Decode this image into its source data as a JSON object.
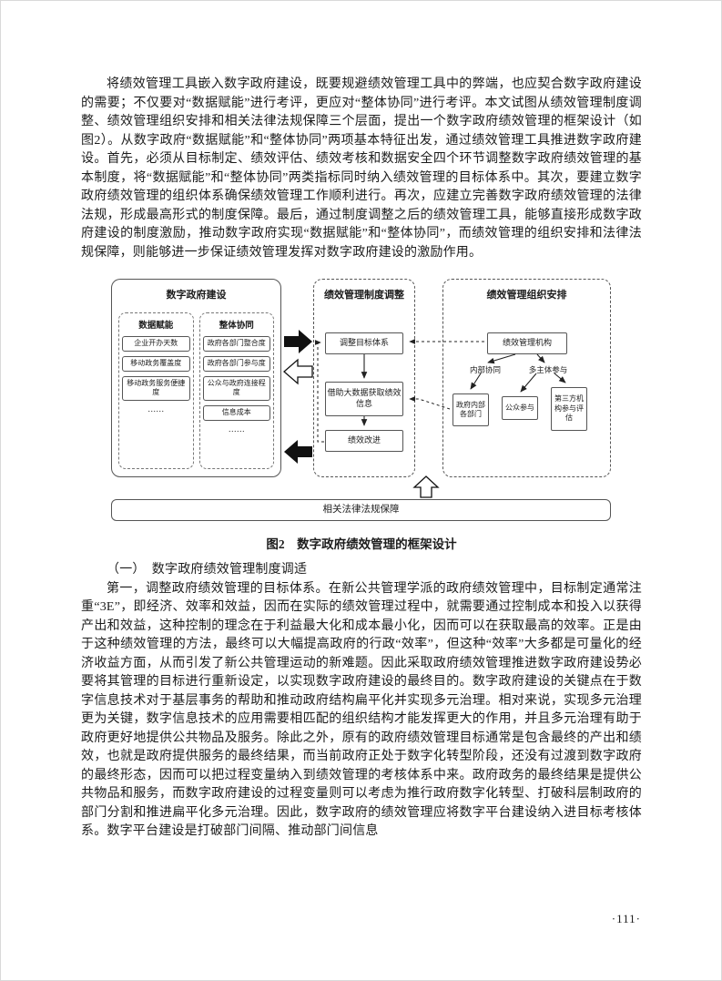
{
  "paragraphs": {
    "p1": "将绩效管理工具嵌入数字政府建设，既要规避绩效管理工具中的弊端，也应契合数字政府建设的需要；不仅要对“数据赋能”进行考评，更应对“整体协同”进行考评。本文试图从绩效管理制度调整、绩效管理组织安排和相关法律法规保障三个层面，提出一个数字政府绩效管理的框架设计（如图2）。从数字政府“数据赋能”和“整体协同”两项基本特征出发，通过绩效管理工具推进数字政府建设。首先，必须从目标制定、绩效评估、绩效考核和数据安全四个环节调整数字政府绩效管理的基本制度，将“数据赋能”和“整体协同”两类指标同时纳入绩效管理的目标体系中。其次，要建立数字政府绩效管理的组织体系确保绩效管理工作顺利进行。再次，应建立完善数字政府绩效管理的法律法规，形成最高形式的制度保障。最后，通过制度调整之后的绩效管理工具，能够直接形成数字政府建设的制度激励，推动数字政府实现“数据赋能”和“整体协同”，而绩效管理的组织安排和法律法规保障，则能够进一步保证绩效管理发挥对数字政府建设的激励作用。",
    "p2": "第一，调整政府绩效管理的目标体系。在新公共管理学派的政府绩效管理中，目标制定通常注重“3E”，即经济、效率和效益，因而在实际的绩效管理过程中，就需要通过控制成本和投入以获得产出和效益，这种控制的理念在于利益最大化和成本最小化，因而可以在获取最高的效率。正是由于这种绩效管理的方法，最终可以大幅提高政府的行政“效率”，但这种“效率”大多都是可量化的经济收益方面，从而引发了新公共管理运动的新难题。因此采取政府绩效管理推进数字政府建设势必要将其管理的目标进行重新设定，以实现数字政府建设的最终目的。数字政府建设的关键点在于数字信息技术对于基层事务的帮助和推动政府结构扁平化并实现多元治理。相对来说，实现多元治理更为关键，数字信息技术的应用需要相匹配的组织结构才能发挥更大的作用，并且多元治理有助于政府更好地提供公共物品及服务。除此之外，原有的政府绩效管理目标通常是包含最终的产出和绩效，也就是政府提供服务的最终结果，而当前政府正处于数字化转型阶段，还没有过渡到数字政府的最终形态，因而可以把过程变量纳入到绩效管理的考核体系中来。政府政务的最终结果是提供公共物品和服务，而数字政府建设的过程变量则可以考虑为推行政府数字化转型、打破科层制政府的部门分割和推进扁平化多元治理。因此，数字政府的绩效管理应将数字平台建设纳入进目标考核体系。数字平台建设是打破部门间隔、推动部门间信息"
  },
  "section1": {
    "heading": "（一）　数字政府绩效管理制度调适"
  },
  "figure": {
    "caption": "图2　数字政府绩效管理的框架设计",
    "left_box": {
      "title": "数字政府建设",
      "columns": [
        {
          "title": "数据赋能",
          "items": [
            "企业开办天数",
            "移动政务覆盖度",
            "移动政务服务便捷度",
            "……"
          ]
        },
        {
          "title": "整体协同",
          "items": [
            "政府各部门整合度",
            "政府各部门参与度",
            "公众与政府连接程度",
            "信息成本",
            "……"
          ]
        }
      ]
    },
    "middle_box": {
      "title": "绩效管理制度调整",
      "items": [
        "调整目标体系",
        "借助大数据获取绩效信息",
        "绩效改进"
      ]
    },
    "right_box": {
      "title": "绩效管理组织安排",
      "root": "绩效管理机构",
      "branch_labels": [
        "内部协同",
        "多主体参与"
      ],
      "leaves": [
        "政府内部各部门",
        "公众参与",
        "第三方机构参与评估"
      ]
    },
    "bottom_box": "相关法律法规保障"
  },
  "page": {
    "number": "·111·"
  },
  "colors": {
    "ink": "#1c1c1c",
    "box_border": "#555555",
    "arrow_fill": "#111111"
  }
}
